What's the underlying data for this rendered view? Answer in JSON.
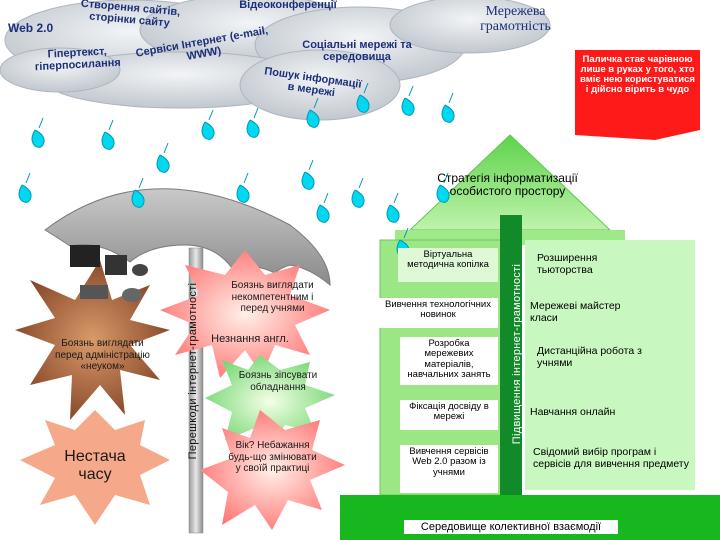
{
  "clouds": {
    "web20": "Web 2.0",
    "site_creation": "Створення сайтів, сторінки сайту",
    "video_conf": "Відеоконференції",
    "services": "Сервіси Інтернет (e-mail, WWW)",
    "hypertext": "Гіпертекст, гіперпосилання",
    "social": "Соціальні мережі та середовища",
    "info_search": "Пошук інформації в мережі"
  },
  "network_literacy": "Мережева грамотність",
  "wand_note": "Паличка стає чарівною лише в руках у того, хто вміє нею користуватися і дійсно вірить в чудо",
  "strategy": "Стратегія інформатизації особистого простору",
  "barriers_label": "Перешкоди інтернет-грамотності",
  "improvement_label": "Підвищення інтернет-грамотності",
  "fears": {
    "admin": "Боязнь виглядати перед адміністрацію «неуком»",
    "time": "Нестача часу",
    "incompetent": "Боязнь виглядати некомпетентним і перед учнями",
    "english": "Незнання англ.",
    "equipment": "Боязнь зіпсувати обладнання",
    "age": "Вік? Небажання будь-що змінювати у своїй практиці"
  },
  "tree_rungs": [
    "Віртуальна методична копілка",
    "Вивчення технологічних новинок",
    "Розробка мережевих матеріалів, навчальних занять",
    "Фіксація досвіду в мережі",
    "Вивчення сервісів Web 2.0 разом із учнями"
  ],
  "right_items": [
    "Розширення тьюторства",
    "Мережеві майстер класи",
    "Дистанційна робота з учнями",
    "Навчання онлайн",
    "Свідомий вибір програм і сервісів для вивчення предмету"
  ],
  "base": "Середовище колективної взаємодії",
  "colors": {
    "cloud": "#d8dde4",
    "rain": "#00d8f0",
    "tree": "#8ee07a",
    "wand_box": "#ff1a1a",
    "base": "#16b81d",
    "star_pink": "#ff8080",
    "star_brown": "#8b4a2f",
    "umbrella": "#a8a8a8"
  }
}
